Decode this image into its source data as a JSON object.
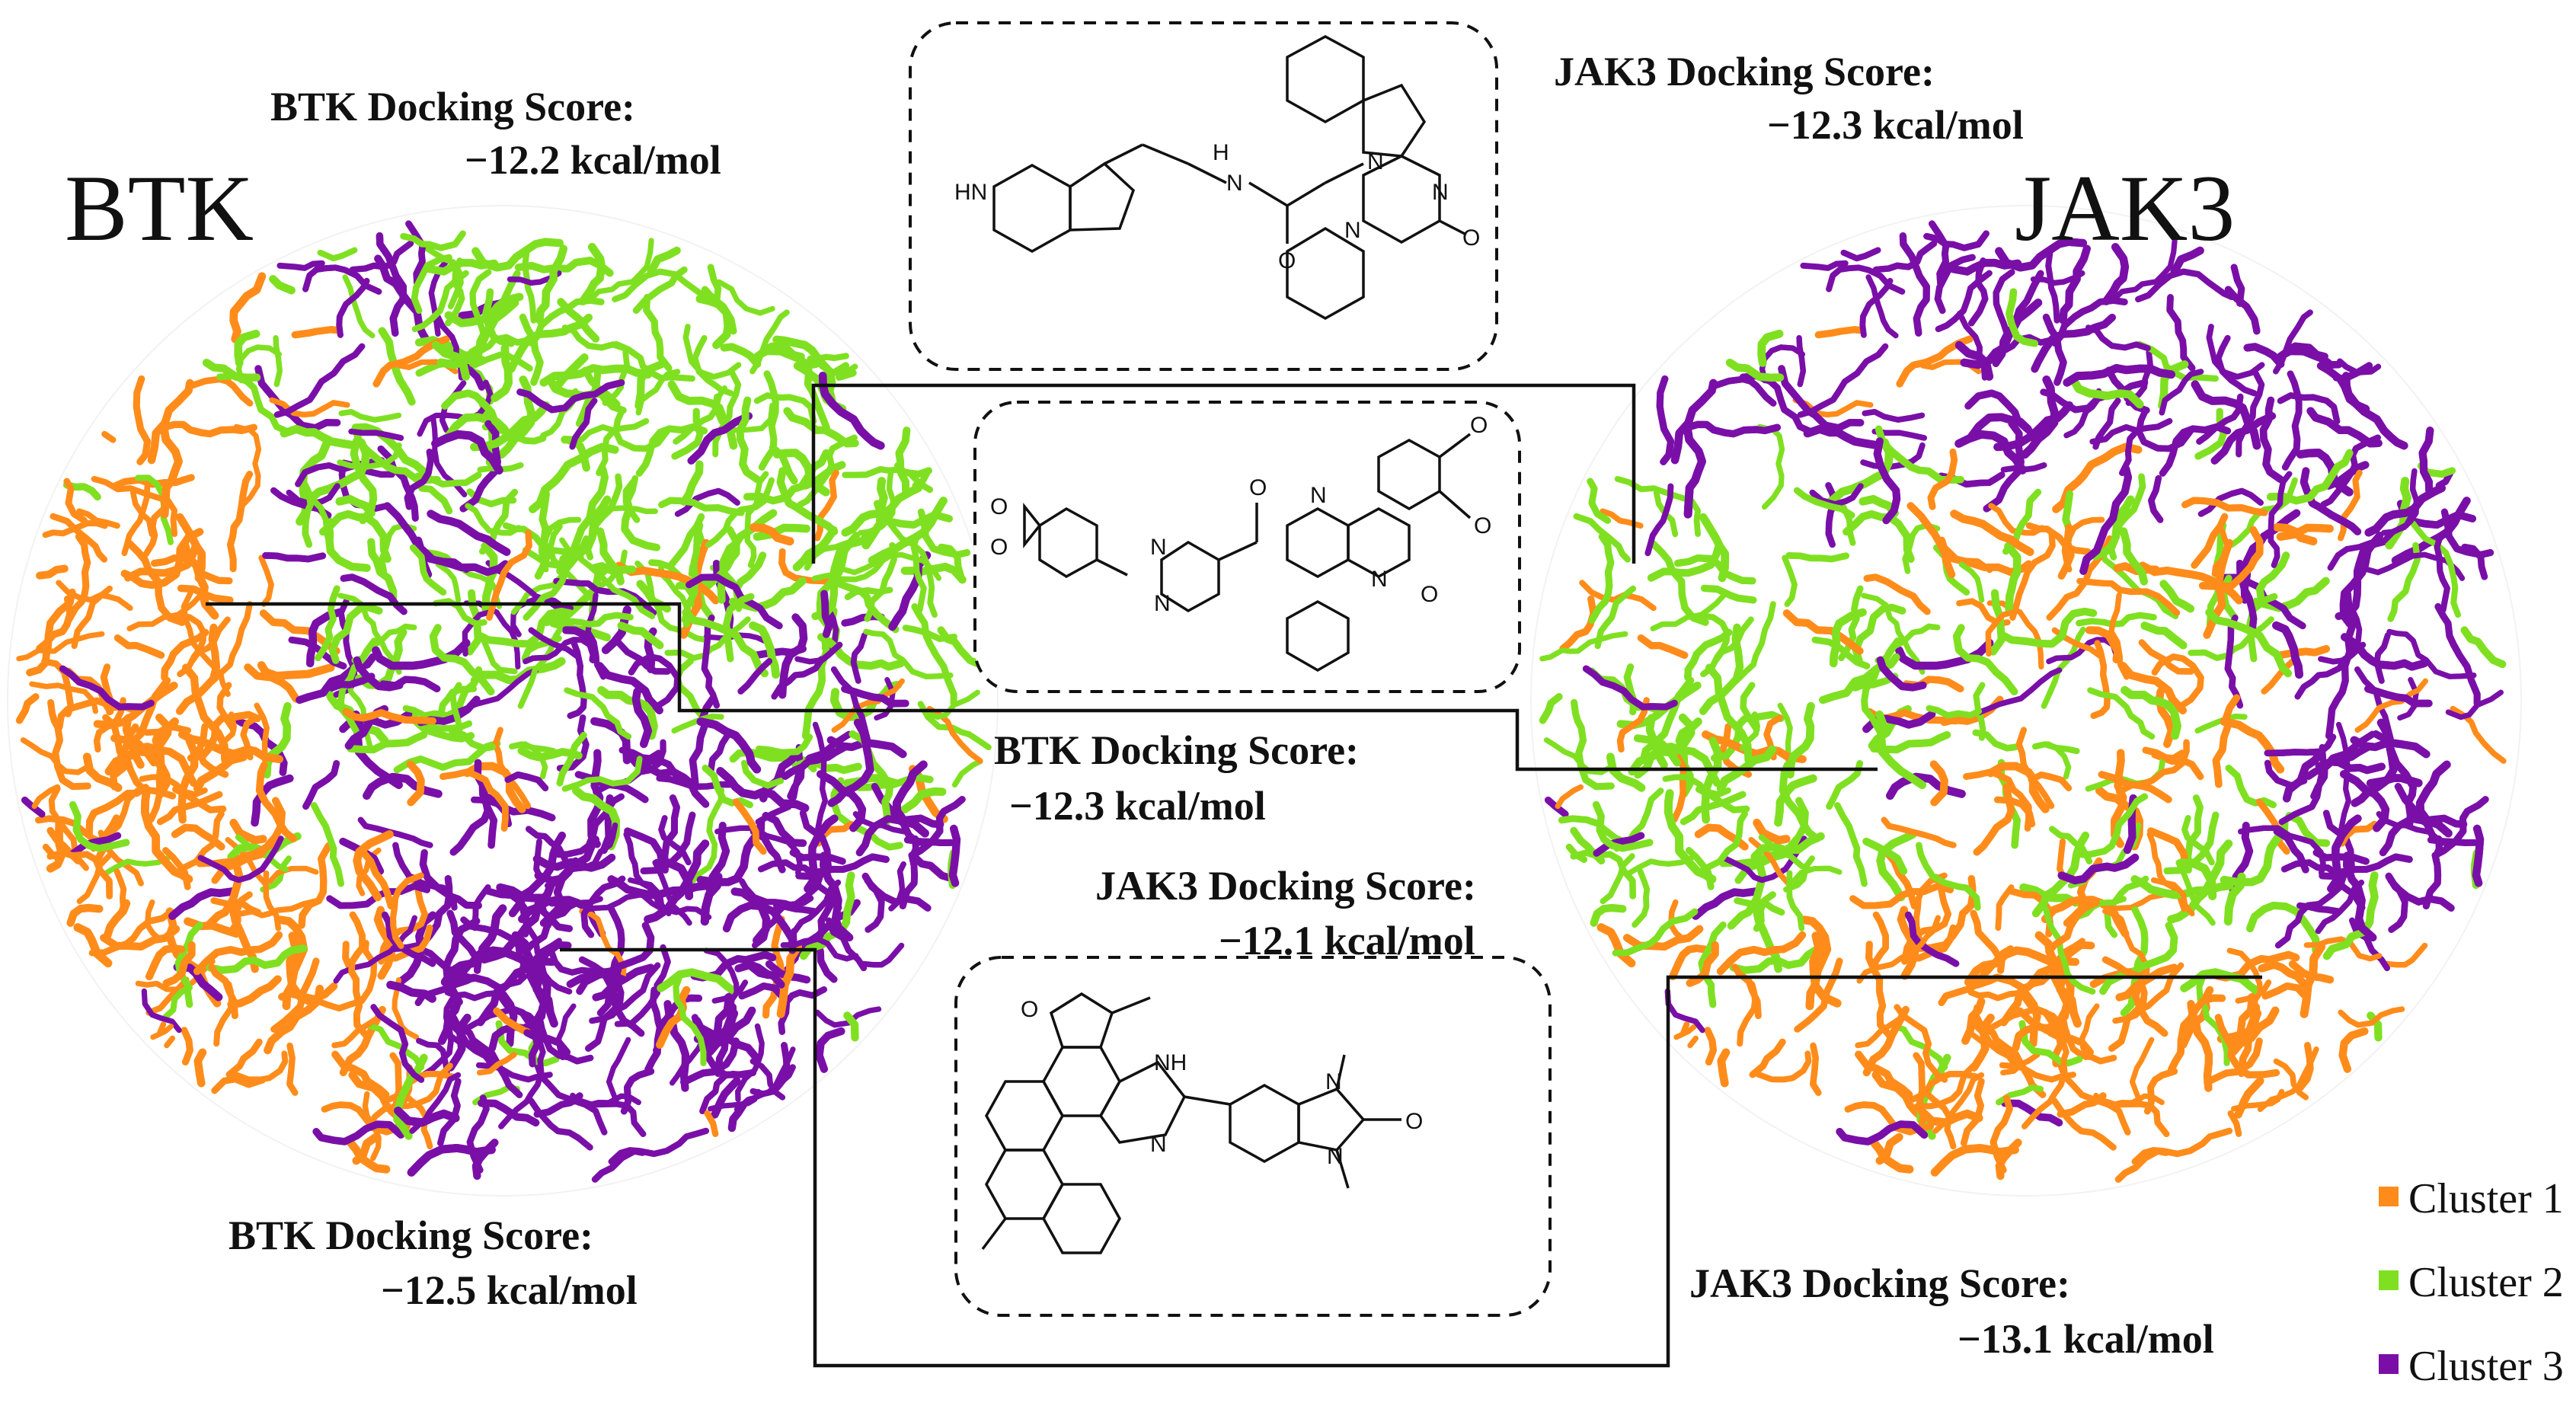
{
  "panels": {
    "btk": {
      "title": "BTK"
    },
    "jak3": {
      "title": "JAK3"
    }
  },
  "scores": [
    {
      "id": "btk-top",
      "title": "BTK Docking Score:",
      "value": "−12.2 kcal/mol"
    },
    {
      "id": "jak3-top",
      "title": "JAK3 Docking Score:",
      "value": "−12.3 kcal/mol"
    },
    {
      "id": "btk-mid",
      "title": "BTK Docking Score:",
      "value": "−12.3 kcal/mol"
    },
    {
      "id": "jak3-mid",
      "title": "JAK3 Docking Score:",
      "value": "−12.1 kcal/mol"
    },
    {
      "id": "btk-bottom",
      "title": "BTK Docking Score:",
      "value": "−12.5 kcal/mol"
    },
    {
      "id": "jak3-bottom",
      "title": "JAK3 Docking Score:",
      "value": "−13.1 kcal/mol"
    }
  ],
  "molecules": {
    "top": {
      "atoms": [
        "HN",
        "H",
        "N",
        "O",
        "N",
        "N",
        "N",
        "O"
      ]
    },
    "middle": {
      "atoms": [
        "O",
        "O",
        "O",
        "N",
        "N",
        "N",
        "N",
        "O",
        "O",
        "O"
      ]
    },
    "bottom": {
      "atoms": [
        "O",
        "NH",
        "N",
        "N",
        "N",
        "O"
      ]
    }
  },
  "legend": [
    {
      "label": "Cluster 1",
      "color": "#FF8C1A"
    },
    {
      "label": "Cluster 2",
      "color": "#7FE021"
    },
    {
      "label": "Cluster 3",
      "color": "#7A0FA8"
    }
  ]
}
